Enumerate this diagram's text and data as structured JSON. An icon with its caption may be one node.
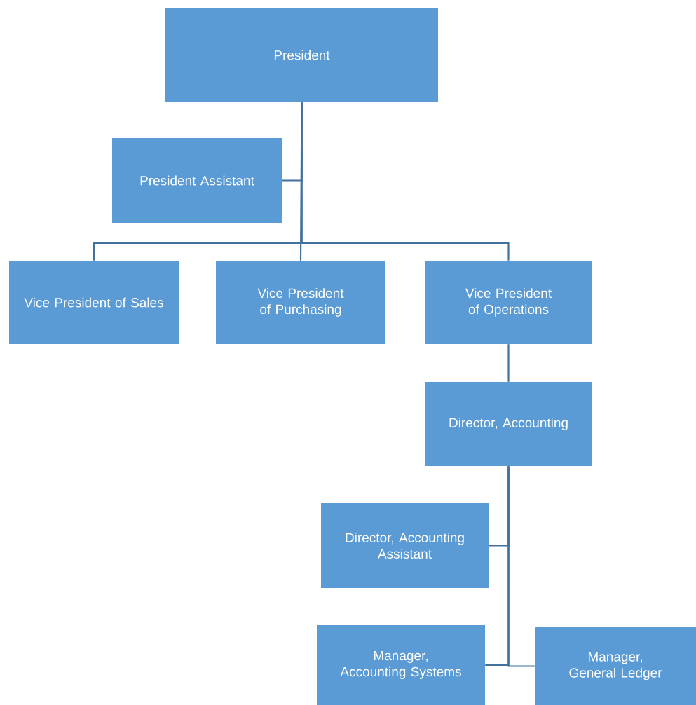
{
  "diagram": {
    "nodes": [
      {
        "text": [
          "President"
        ]
      },
      {
        "text": [
          "President Assistant"
        ]
      },
      {
        "text": [
          "Vice President of Sales"
        ]
      },
      {
        "text": [
          "Vice President of Purchasing"
        ]
      },
      {
        "text": [
          "Vice President of Operations"
        ]
      },
      {
        "text": [
          "Director, Accounting"
        ]
      },
      {
        "text": [
          "Director, Accounting Assistant"
        ]
      },
      {
        "text": [
          "Manager, Accounting Systems"
        ]
      },
      {
        "text": [
          "Manager, General Ledger"
        ]
      }
    ],
    "edges": [
      {
        "from": 0,
        "to": 1,
        "arrow": "none"
      },
      {
        "from": 0,
        "to": 2,
        "arrow": "none"
      },
      {
        "from": 0,
        "to": 3,
        "arrow": "none"
      },
      {
        "from": 0,
        "to": 4,
        "arrow": "none"
      },
      {
        "from": 4,
        "to": 5,
        "arrow": "none"
      },
      {
        "from": 5,
        "to": 6,
        "arrow": "none"
      },
      {
        "from": 5,
        "to": 7,
        "arrow": "none"
      },
      {
        "from": 5,
        "to": 8,
        "arrow": "none"
      }
    ]
  }
}
